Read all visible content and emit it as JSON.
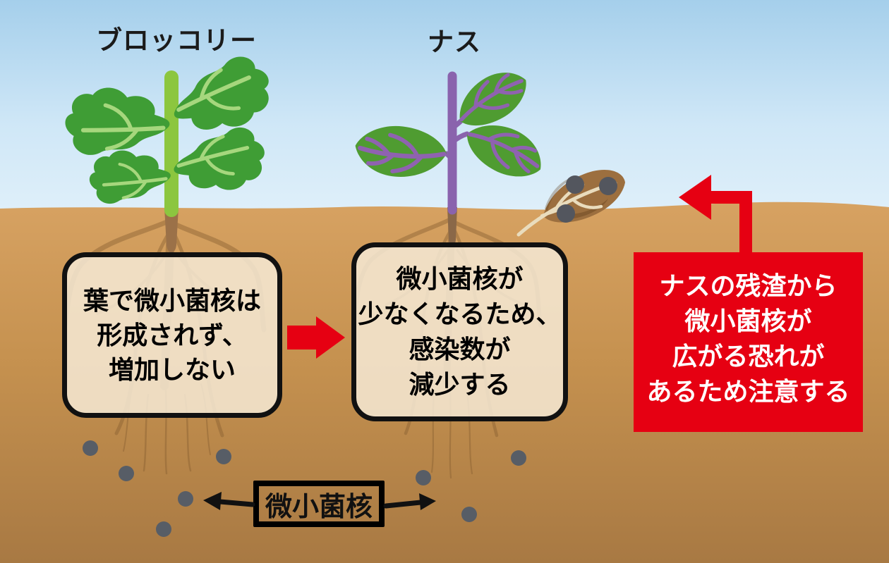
{
  "scene": {
    "plant_labels": {
      "broccoli": "ブロッコリー",
      "eggplant": "ナス"
    },
    "note_broccoli": {
      "lines": [
        "葉で微小菌核は",
        "形成されず、",
        "増加しない"
      ]
    },
    "note_eggplant": {
      "lines": [
        "微小菌核が",
        "少なくなるため、",
        "感染数が",
        "減少する"
      ]
    },
    "warning": {
      "lines": [
        "ナスの残渣から",
        "微小菌核が",
        "広がる恐れが",
        "あるため注意する"
      ]
    },
    "sclerotia_label": "微小菌核",
    "colors": {
      "accent_red": "#e60012",
      "sky_top": "#a5cfeb",
      "sky_bottom": "#eef7fd",
      "soil_light": "#d7a262",
      "soil_dark": "#a87943",
      "note_fill_cream": "#f6ead6",
      "outline_black": "#111111",
      "sclerotia_dot_gray": "#575d66",
      "broccoli_leaf_green": "#3f9d35",
      "broccoli_vein_green": "#a6d77d",
      "broccoli_stem_green": "#8cc63f",
      "eggplant_purple": "#8a63ad",
      "eggplant_leaf_green": "#4f9c31",
      "residue_brown": "#9c6f3f",
      "residue_vein_cream": "#e9dcbd",
      "root_brown": "#8a6132"
    }
  }
}
